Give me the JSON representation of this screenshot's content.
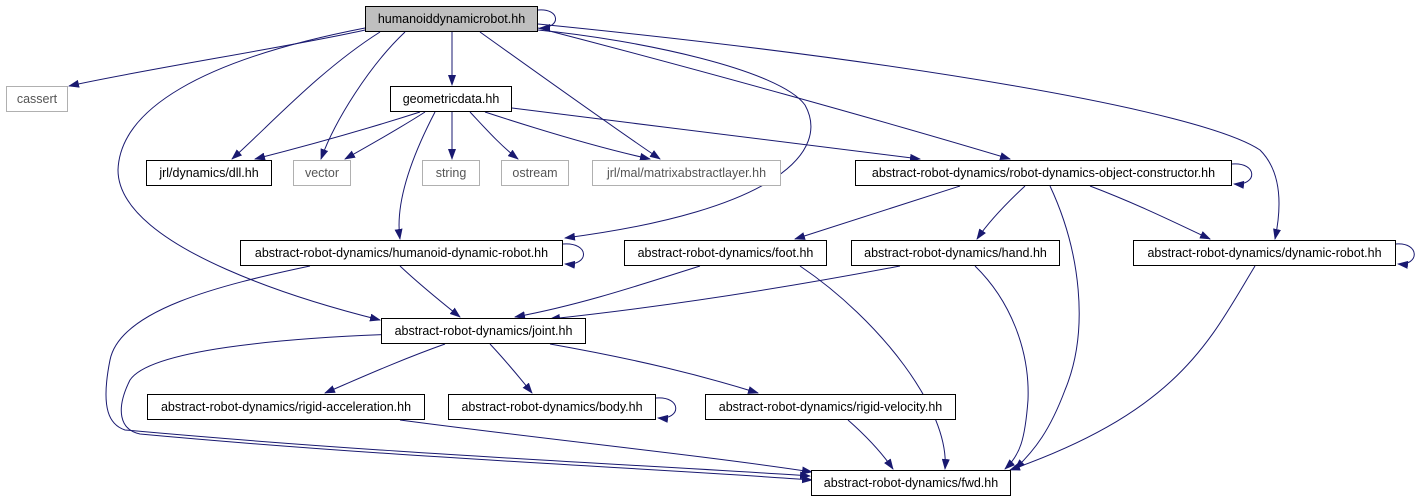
{
  "diagram": {
    "edge_color": "#191970",
    "root_fill": "#bfbfbf",
    "external_border": "#b0b0b0",
    "nodes": {
      "root": "humanoiddynamicrobot.hh",
      "cassert": "cassert",
      "geometricdata": "geometricdata.hh",
      "dll": "jrl/dynamics/dll.hh",
      "vector": "vector",
      "string": "string",
      "ostream": "ostream",
      "matrixabstractlayer": "jrl/mal/matrixabstractlayer.hh",
      "object_constructor": "abstract-robot-dynamics/robot-dynamics-object-constructor.hh",
      "humanoid_dynamic_robot": "abstract-robot-dynamics/humanoid-dynamic-robot.hh",
      "foot": "abstract-robot-dynamics/foot.hh",
      "hand": "abstract-robot-dynamics/hand.hh",
      "dynamic_robot": "abstract-robot-dynamics/dynamic-robot.hh",
      "joint": "abstract-robot-dynamics/joint.hh",
      "rigid_acceleration": "abstract-robot-dynamics/rigid-acceleration.hh",
      "body": "abstract-robot-dynamics/body.hh",
      "rigid_velocity": "abstract-robot-dynamics/rigid-velocity.hh",
      "fwd": "abstract-robot-dynamics/fwd.hh"
    }
  }
}
